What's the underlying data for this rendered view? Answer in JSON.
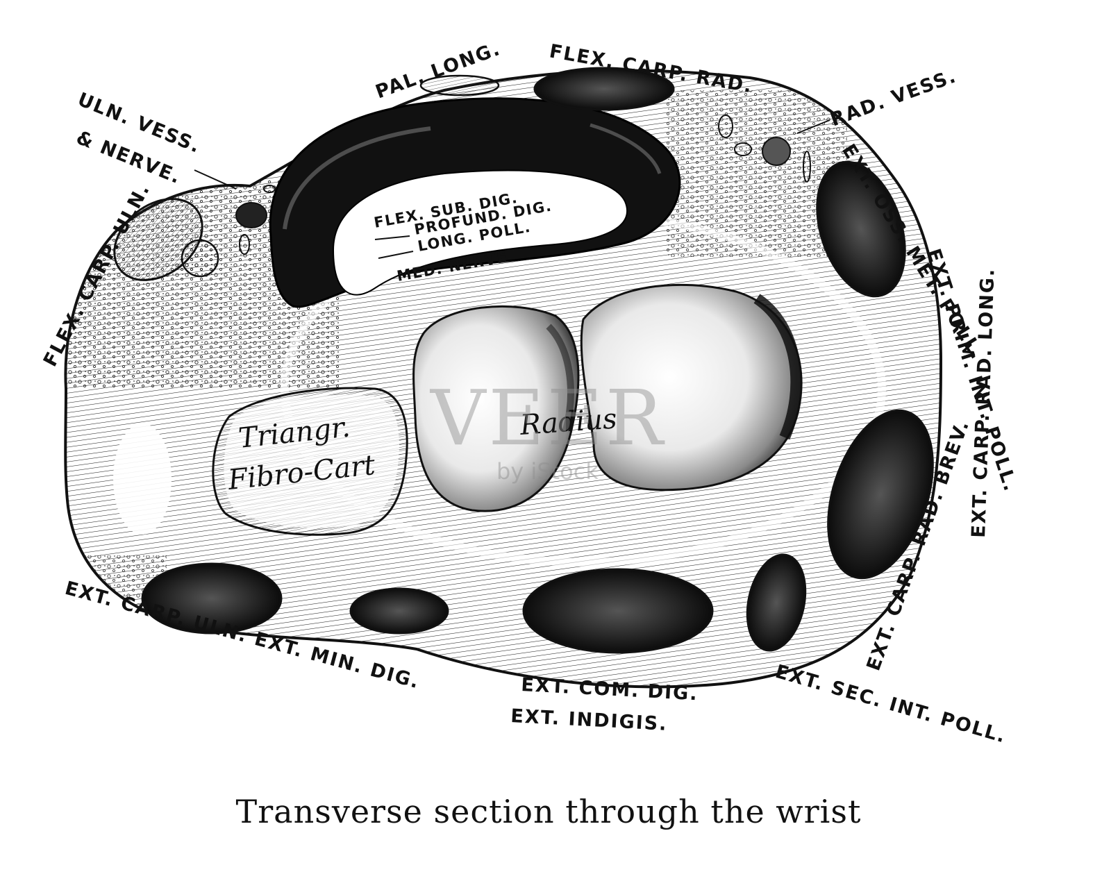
{
  "figure": {
    "caption": "Transverse section through the wrist",
    "watermark": "VEER",
    "watermark_sub": "by iStock"
  },
  "labels": {
    "pal_long": "PAL. LONG.",
    "flex_carp_rad": "FLEX. CARP. RAD.",
    "rad_vess": "RAD. VESS.",
    "uln_vess": "ULN. VESS.",
    "and_nerve": "& NERVE.",
    "flex_carp_uln": "FLEX. CARP. ULN.",
    "ext_oss_met_poll": "EXT. OSS. MET. POLL.",
    "ext_prim_int_poll": "EXT. PRIM. INT. POLL.",
    "ext_carp_rad_long": "EXT. CARP. RAD. LONG.",
    "ext_carp_rad_brev": "EXT. CARP. RAD. BREV.",
    "ext_sec_int_poll": "EXT. SEC. INT. POLL.",
    "ext_com_dig": "EXT. COM. DIG.",
    "ext_indigis": "EXT. INDIGIS.",
    "ext_carp_uln_min_dig": "EXT. CARP. ULN. EXT. MIN. DIG.",
    "flex_sub_dig": "FLEX. SUB. DIG.",
    "profund_dig": "PROFUND. DIG.",
    "long_poll": "LONG. POLL.",
    "med_nerve": "MED. NERVE",
    "triang": "Triangr.",
    "fibro_cart": "Fibro-Cart",
    "radius": "Radius"
  },
  "colors": {
    "ink": "#111111",
    "paper": "#ffffff",
    "shade": "#1a1a1a"
  }
}
